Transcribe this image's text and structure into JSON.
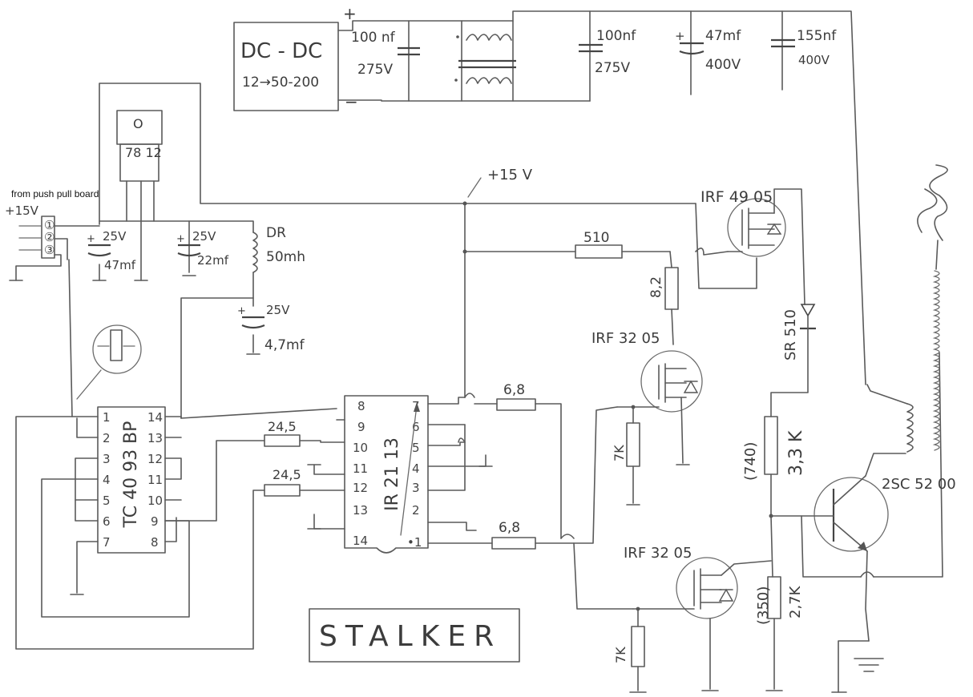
{
  "dcdc": {
    "title": "DC - DC",
    "subtitle": "12→50-200",
    "plus": "+",
    "minus": "−"
  },
  "caps": {
    "c1_value": "100 nf",
    "c1_voltage": "275V",
    "c2_value": "100nf",
    "c2_voltage": "275V",
    "c3_plus": "+",
    "c3_value": "47mf",
    "c3_voltage": "400V",
    "c4_value": "155nf",
    "c4_voltage": "400V",
    "c5_plus": "+",
    "c5_voltage": "25V",
    "c5_value": "47mf",
    "c6_plus": "+",
    "c6_voltage": "25V",
    "c6_value": "22mf",
    "c7_plus": "+",
    "c7_voltage": "25V",
    "c7_value": "4,7mf"
  },
  "regulator": {
    "label": "78 12",
    "tab": "O"
  },
  "input": {
    "note": "from push pull board",
    "voltage": "+15V",
    "pins": [
      "①",
      "②",
      "③"
    ]
  },
  "choke": {
    "name": "DR",
    "value": "50mh"
  },
  "rail": {
    "label": "+15 V"
  },
  "mosfets": {
    "top": "IRF 49 05",
    "mid": "IRF 32 05",
    "bottom": "IRF 32 05"
  },
  "resistors": {
    "r510": "510",
    "r82": "8,2",
    "r68a": "6,8",
    "r68b": "6,8",
    "r245a": "24,5",
    "r245b": "24,5",
    "r7ka": "7K",
    "r7kb": "7K",
    "r33k": "3,3 K",
    "r33k_alt": "(740)",
    "r27k": "2,7K",
    "r27k_alt": "(350)"
  },
  "diode": {
    "label": "SR 510"
  },
  "transistor": {
    "label": "2SC 52 00"
  },
  "ic1": {
    "label": "TC 40 93 BP",
    "left_pins": [
      "1",
      "2",
      "3",
      "4",
      "5",
      "6",
      "7"
    ],
    "right_pins": [
      "14",
      "13",
      "12",
      "11",
      "10",
      "9",
      "8"
    ]
  },
  "ic2": {
    "label": "IR 21 13",
    "left_pins": [
      "8",
      "9",
      "10",
      "11",
      "12",
      "13",
      "14"
    ],
    "right_pins": [
      "7",
      "6",
      "5",
      "4",
      "3",
      "2",
      "•1"
    ]
  },
  "title_box": {
    "text": "STALKER"
  }
}
